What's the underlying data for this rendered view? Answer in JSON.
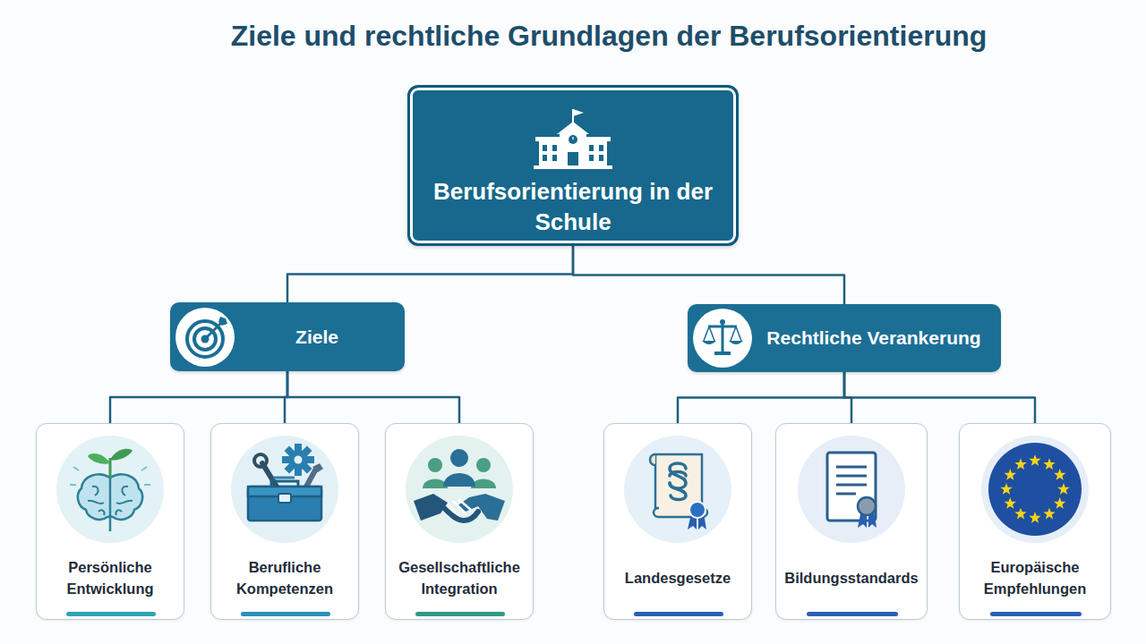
{
  "diagram": {
    "title": "Ziele und rechtliche Grundlagen der Berufsorientierung",
    "nodes": [
      {
        "text": [
          "Berufsorientierung in der Schule"
        ]
      },
      {
        "text": [
          "Ziele"
        ]
      },
      {
        "text": [
          "Rechtliche Verankerung"
        ]
      },
      {
        "text": [
          "Persönliche Entwicklung"
        ]
      },
      {
        "text": [
          "Berufliche Kompetenzen"
        ]
      },
      {
        "text": [
          "Gesellschaftliche Integration"
        ]
      },
      {
        "text": [
          "Landesgesetze"
        ]
      },
      {
        "text": [
          "Bildungsstandards"
        ]
      },
      {
        "text": [
          "Europäische Empfehlungen"
        ]
      }
    ],
    "edges": [
      {
        "from": 0,
        "to": 1,
        "arrow": "none"
      },
      {
        "from": 0,
        "to": 2,
        "arrow": "none"
      },
      {
        "from": 1,
        "to": 3,
        "arrow": "none"
      },
      {
        "from": 1,
        "to": 4,
        "arrow": "none"
      },
      {
        "from": 1,
        "to": 5,
        "arrow": "none"
      },
      {
        "from": 2,
        "to": 6,
        "arrow": "none"
      },
      {
        "from": 2,
        "to": 7,
        "arrow": "none"
      },
      {
        "from": 2,
        "to": 8,
        "arrow": "none"
      }
    ]
  }
}
